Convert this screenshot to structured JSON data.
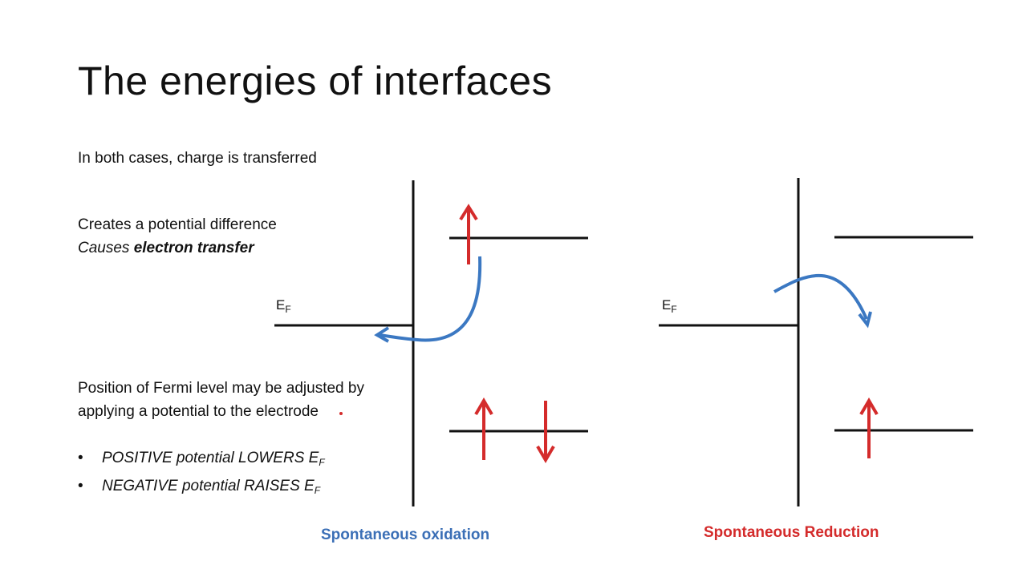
{
  "slide": {
    "title": "The energies of interfaces",
    "line1": "In both cases, charge is transferred",
    "line2": "Creates a potential difference",
    "line3_prefix": "Causes ",
    "line3_bold": "electron transfer",
    "fermi_para": "Position of Fermi level may be adjusted by applying a potential to the electrode",
    "bullets": [
      {
        "text": "POSITIVE potential LOWERS E",
        "sub": "F"
      },
      {
        "text": "NEGATIVE potential RAISES E",
        "sub": "F"
      }
    ]
  },
  "diagrams": {
    "ef_label": "E",
    "ef_sub": "F",
    "left_caption": "Spontaneous oxidation",
    "right_caption": "Spontaneous Reduction"
  },
  "colors": {
    "oxidation": "#3b6fb6",
    "reduction": "#d42b2b",
    "arrow_red": "#d42b2b",
    "arrow_blue": "#3b78c2",
    "line": "#111111"
  }
}
